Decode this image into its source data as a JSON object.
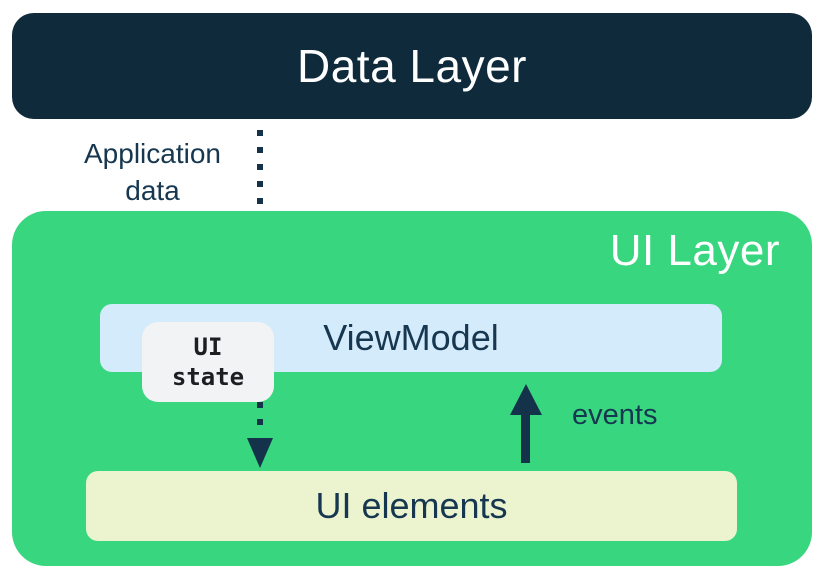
{
  "diagram": {
    "title_hint": "app architecture layers",
    "data_layer": {
      "label": "Data Layer"
    },
    "app_data_flow": {
      "label": "Application data",
      "style": "dotted-arrow-down"
    },
    "ui_layer": {
      "label": "UI Layer",
      "viewmodel": {
        "label": "ViewModel"
      },
      "ui_state_chip": {
        "label": "UI state"
      },
      "ui_elements": {
        "label": "UI elements"
      },
      "events_flow": {
        "label": "events",
        "style": "solid-arrow-up"
      }
    }
  },
  "colors": {
    "background": "#ffffff",
    "dark_navy_box": "#0E2A3B",
    "green_layer": "#37D67F",
    "light_blue_box": "#D4EBFC",
    "pale_yellow_box": "#ECF4CF",
    "gray_chip": "#F2F3F4",
    "navy_text": "#16374F",
    "arrow_color": "#14324A",
    "white_text": "#ffffff"
  }
}
